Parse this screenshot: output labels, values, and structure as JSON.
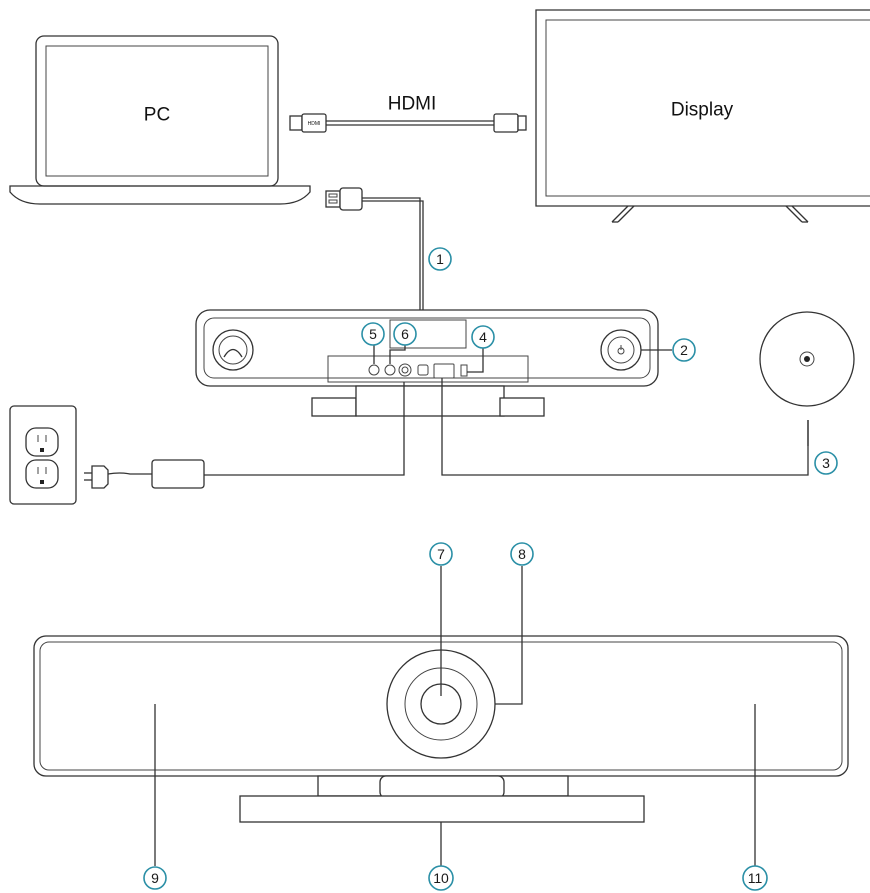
{
  "labels": {
    "pc": "PC",
    "display": "Display",
    "hdmi": "HDMI",
    "hdmi_plug_text": "HDMI"
  },
  "callouts": [
    "1",
    "2",
    "3",
    "4",
    "5",
    "6",
    "7",
    "8",
    "9",
    "10",
    "11"
  ],
  "colors": {
    "callout_ring": "#2a8fa6",
    "line": "#333333"
  }
}
